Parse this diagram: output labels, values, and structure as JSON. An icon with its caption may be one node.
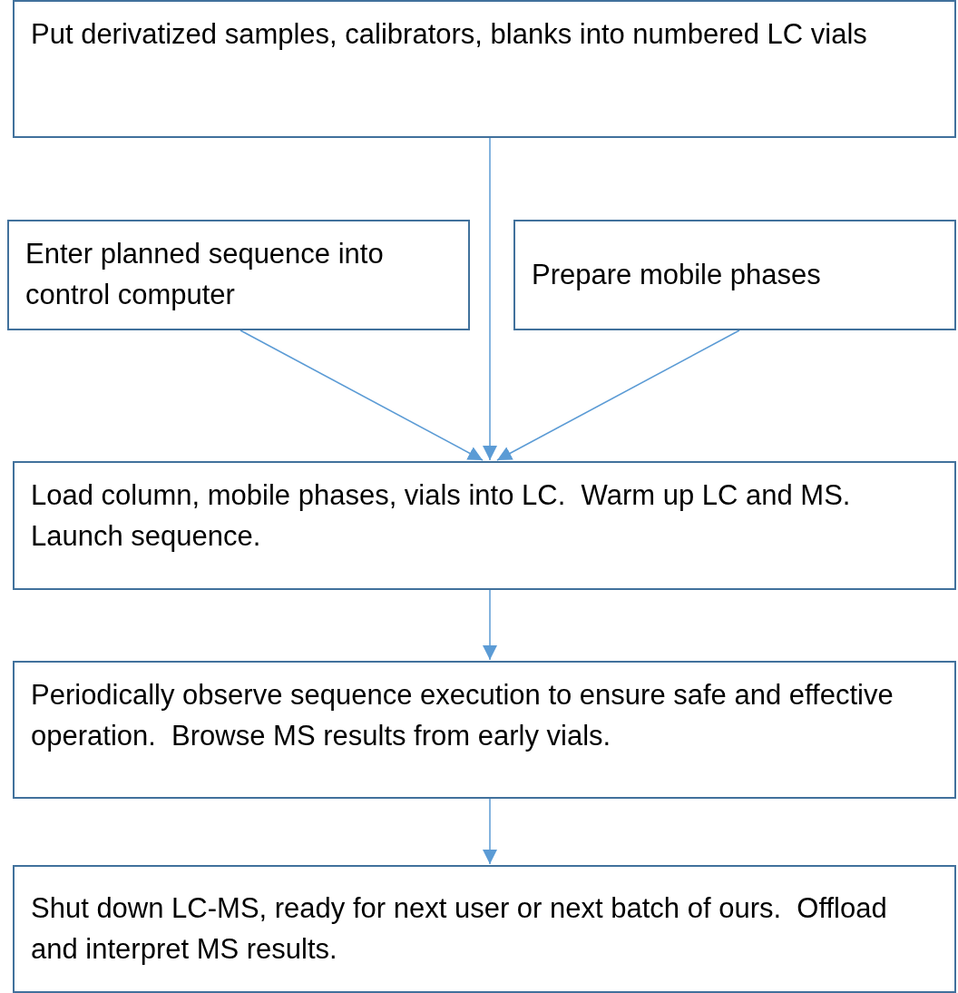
{
  "diagram": {
    "nodes": [
      {
        "text": [
          "Put derivatized samples, calibrators, blanks into numbered LC vials"
        ]
      },
      {
        "text": [
          "Enter planned sequence into control computer"
        ]
      },
      {
        "text": [
          "Prepare mobile phases"
        ]
      },
      {
        "text": [
          "Load column, mobile phases, vials into LC.  Warm up LC and MS.  Launch sequence."
        ]
      },
      {
        "text": [
          "Periodically observe sequence execution to ensure safe and effective operation.  Browse MS results from early vials."
        ]
      },
      {
        "text": [
          "Shut down LC-MS, ready for next user or next batch of ours.  Offload and interpret MS results."
        ]
      }
    ],
    "edges": [
      {
        "from": 0,
        "to": 3,
        "arrow": "to"
      },
      {
        "from": 1,
        "to": 3,
        "arrow": "to"
      },
      {
        "from": 2,
        "to": 3,
        "arrow": "to"
      },
      {
        "from": 3,
        "to": 4,
        "arrow": "to"
      },
      {
        "from": 4,
        "to": 5,
        "arrow": "to"
      }
    ]
  }
}
